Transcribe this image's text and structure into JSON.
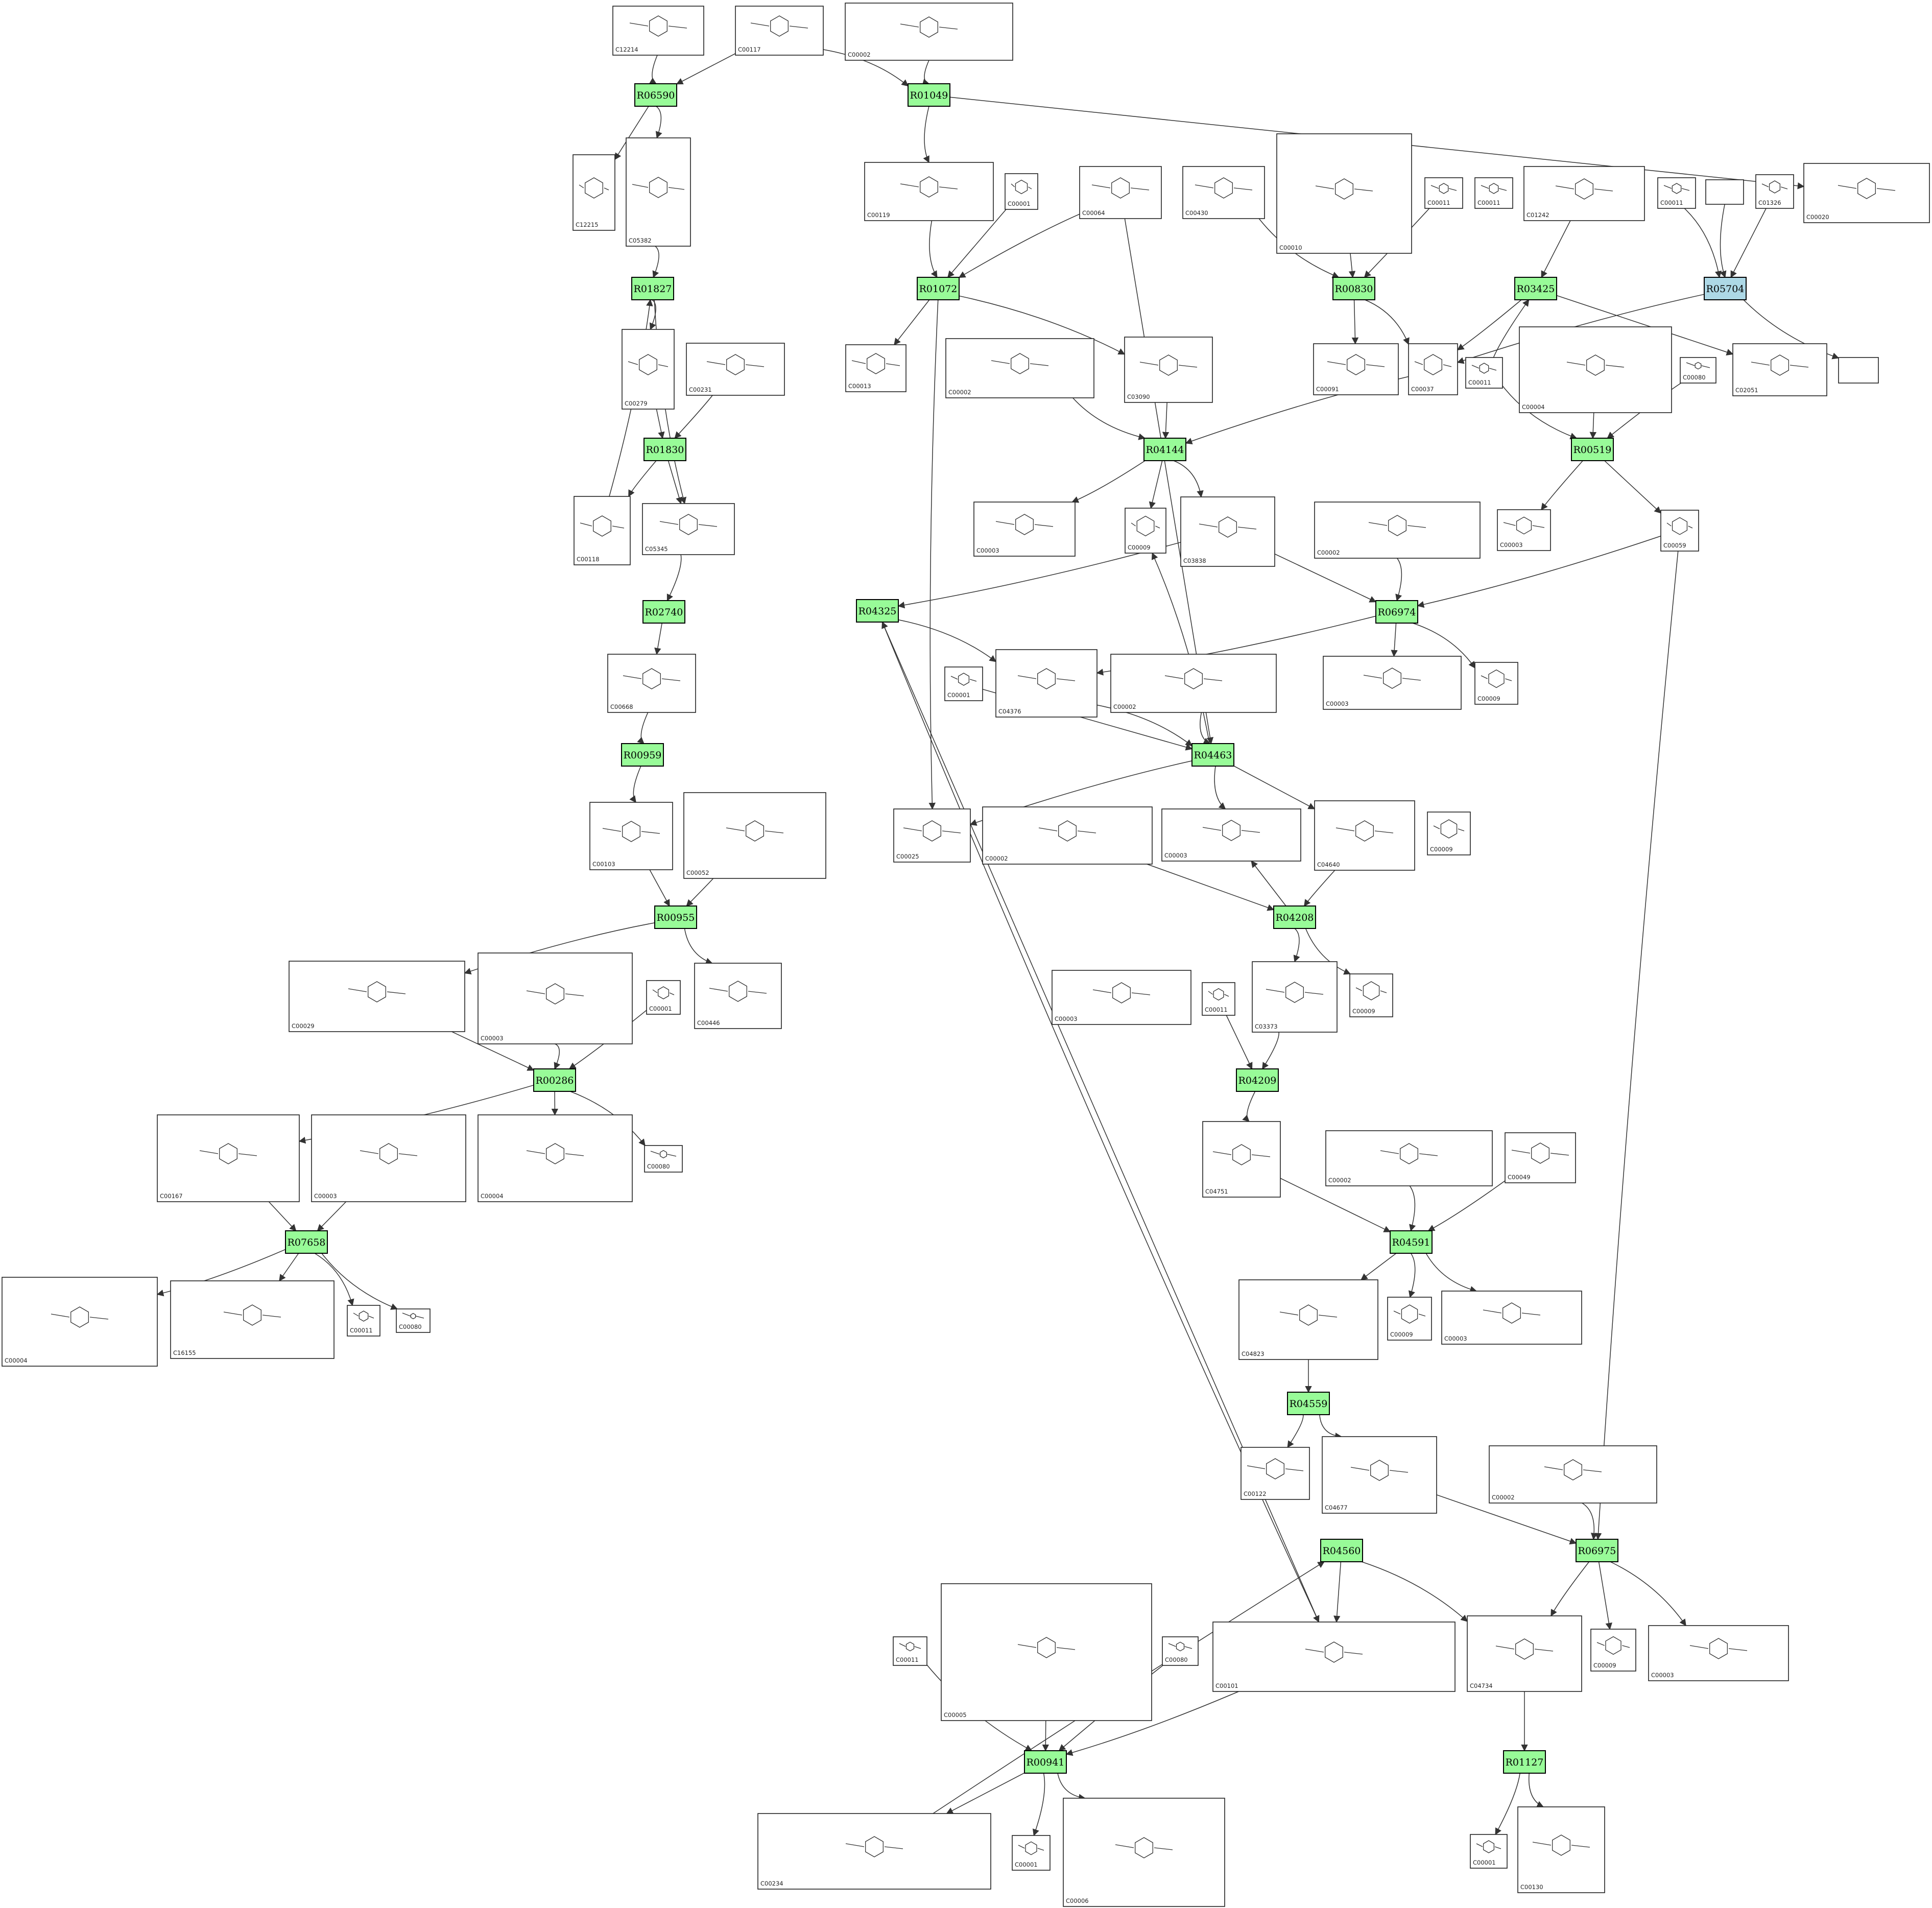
{
  "colors": {
    "reaction": "#98fb98",
    "reaction_highlight": "#add8e6",
    "edge": "#333333",
    "compound_border": "#222222"
  },
  "reactions": [
    {
      "id": "R06590"
    },
    {
      "id": "R01049"
    },
    {
      "id": "R01827"
    },
    {
      "id": "R01072"
    },
    {
      "id": "R00830"
    },
    {
      "id": "R03425"
    },
    {
      "id": "R05704",
      "highlight": true
    },
    {
      "id": "R01830"
    },
    {
      "id": "R04144"
    },
    {
      "id": "R00519"
    },
    {
      "id": "R02740"
    },
    {
      "id": "R04325"
    },
    {
      "id": "R06974"
    },
    {
      "id": "R00959"
    },
    {
      "id": "R04463"
    },
    {
      "id": "R00955"
    },
    {
      "id": "R04208"
    },
    {
      "id": "R00286"
    },
    {
      "id": "R04209"
    },
    {
      "id": "R07658"
    },
    {
      "id": "R04591"
    },
    {
      "id": "R04559"
    },
    {
      "id": "R04560"
    },
    {
      "id": "R06975"
    },
    {
      "id": "R00941"
    },
    {
      "id": "R01127"
    }
  ],
  "compounds": [
    {
      "id": "C12214"
    },
    {
      "id": "C00117"
    },
    {
      "id": "C00002"
    },
    {
      "id": "C12215"
    },
    {
      "id": "C05382"
    },
    {
      "id": "C00119"
    },
    {
      "id": "C00001"
    },
    {
      "id": "C00064"
    },
    {
      "id": "C00430"
    },
    {
      "id": "C00010"
    },
    {
      "id": "C00011"
    },
    {
      "id": "C00011"
    },
    {
      "id": "C01242"
    },
    {
      "id": "C00011"
    },
    {
      "id": "C00000",
      "blank": true
    },
    {
      "id": "C01326"
    },
    {
      "id": "C00020"
    },
    {
      "id": "C00279"
    },
    {
      "id": "C00231"
    },
    {
      "id": "C00013"
    },
    {
      "id": "C00002"
    },
    {
      "id": "C03090"
    },
    {
      "id": "C00091"
    },
    {
      "id": "C00037"
    },
    {
      "id": "C00011"
    },
    {
      "id": "C00004"
    },
    {
      "id": "C00080"
    },
    {
      "id": "C02051"
    },
    {
      "id": "",
      "blank": true
    },
    {
      "id": "C00118"
    },
    {
      "id": "C05345"
    },
    {
      "id": "C00003"
    },
    {
      "id": "C00009"
    },
    {
      "id": "C03838"
    },
    {
      "id": "C00002"
    },
    {
      "id": "C00003"
    },
    {
      "id": "C00059"
    },
    {
      "id": "C00668"
    },
    {
      "id": "C00001"
    },
    {
      "id": "C04376"
    },
    {
      "id": "C00002"
    },
    {
      "id": "C00003"
    },
    {
      "id": "C00009"
    },
    {
      "id": "C00025"
    },
    {
      "id": "C00002"
    },
    {
      "id": "C00003"
    },
    {
      "id": "C04640"
    },
    {
      "id": "C00009"
    },
    {
      "id": "C00103"
    },
    {
      "id": "C00052"
    },
    {
      "id": "C00029"
    },
    {
      "id": "C00003"
    },
    {
      "id": "C00001"
    },
    {
      "id": "C00446"
    },
    {
      "id": "C00003"
    },
    {
      "id": "C00011"
    },
    {
      "id": "C03373"
    },
    {
      "id": "C00009"
    },
    {
      "id": "C00167"
    },
    {
      "id": "C00003"
    },
    {
      "id": "C00004"
    },
    {
      "id": "C00080"
    },
    {
      "id": "C04751"
    },
    {
      "id": "C00002"
    },
    {
      "id": "C00049"
    },
    {
      "id": "C00004"
    },
    {
      "id": "C16155"
    },
    {
      "id": "C00011"
    },
    {
      "id": "C00080"
    },
    {
      "id": "C04823"
    },
    {
      "id": "C00009"
    },
    {
      "id": "C00003"
    },
    {
      "id": "C00122"
    },
    {
      "id": "C04677"
    },
    {
      "id": "C00002"
    },
    {
      "id": "C00011"
    },
    {
      "id": "C00005"
    },
    {
      "id": "C00080"
    },
    {
      "id": "C00101"
    },
    {
      "id": "C04734"
    },
    {
      "id": "C00009"
    },
    {
      "id": "C00003"
    },
    {
      "id": "C00234"
    },
    {
      "id": "C00001"
    },
    {
      "id": "C00006"
    },
    {
      "id": "C00001"
    },
    {
      "id": "C00130"
    }
  ],
  "edges": [
    [
      "C12214",
      "R06590"
    ],
    [
      "C00117",
      "R06590"
    ],
    [
      "C00117",
      "R01049"
    ],
    [
      "C00002",
      "R01049"
    ],
    [
      "R06590",
      "C12215"
    ],
    [
      "R06590",
      "C05382"
    ],
    [
      "R01049",
      "C00119"
    ],
    [
      "R01049",
      "C00020"
    ],
    [
      "C05382",
      "R01827"
    ],
    [
      "C00119",
      "R01072"
    ],
    [
      "C00001",
      "R01072"
    ],
    [
      "C00064",
      "R01072"
    ],
    [
      "C00430",
      "R00830"
    ],
    [
      "C00010",
      "R00830"
    ],
    [
      "C00011",
      "R00830"
    ],
    [
      "C00011",
      "R03425"
    ],
    [
      "C01242",
      "R03425"
    ],
    [
      "C00011",
      "R05704"
    ],
    [
      "C00000",
      "R05704"
    ],
    [
      "C01326",
      "R05704"
    ],
    [
      "R01827",
      "C00279"
    ],
    [
      "R01827",
      "C05345"
    ],
    [
      "R01072",
      "C00013"
    ],
    [
      "R01072",
      "C03090"
    ],
    [
      "R01072",
      "C00025"
    ],
    [
      "R00830",
      "C00091"
    ],
    [
      "R00830",
      "C00037"
    ],
    [
      "R03425",
      "C00037"
    ],
    [
      "R03425",
      "C02051"
    ],
    [
      "R05704",
      "C00037"
    ],
    [
      "R05704",
      "blank"
    ],
    [
      "C00279",
      "R01830"
    ],
    [
      "C00231",
      "R01830"
    ],
    [
      "C00002",
      "R04144"
    ],
    [
      "C03090",
      "R04144"
    ],
    [
      "C00037",
      "R04144"
    ],
    [
      "C00011",
      "R00519"
    ],
    [
      "C00004",
      "R00519"
    ],
    [
      "C00080",
      "R00519"
    ],
    [
      "R01830",
      "C00118"
    ],
    [
      "R01830",
      "C05345"
    ],
    [
      "C00118",
      "R01827"
    ],
    [
      "R04144",
      "C00003"
    ],
    [
      "R04144",
      "C00009"
    ],
    [
      "R04144",
      "C03838"
    ],
    [
      "R00519",
      "C00003"
    ],
    [
      "R00519",
      "C00059"
    ],
    [
      "C05345",
      "R02740"
    ],
    [
      "C03838",
      "R04325"
    ],
    [
      "C03838",
      "R06974"
    ],
    [
      "C00002",
      "R06974"
    ],
    [
      "C00059",
      "R06974"
    ],
    [
      "R02740",
      "C00668"
    ],
    [
      "R04325",
      "C04376"
    ],
    [
      "R06974",
      "C04376"
    ],
    [
      "R06974",
      "C00003"
    ],
    [
      "R06974",
      "C00009"
    ],
    [
      "C00668",
      "R00959"
    ],
    [
      "C00001",
      "R04463"
    ],
    [
      "C04376",
      "R04463"
    ],
    [
      "C00002",
      "R04463"
    ],
    [
      "C00064",
      "R04463"
    ],
    [
      "R04463",
      "C00025"
    ],
    [
      "R04463",
      "C00003"
    ],
    [
      "R04463",
      "C04640"
    ],
    [
      "R04463",
      "C00009"
    ],
    [
      "R00959",
      "C00103"
    ],
    [
      "C00103",
      "R00955"
    ],
    [
      "C00052",
      "R00955"
    ],
    [
      "C04640",
      "R04208"
    ],
    [
      "C00002",
      "R04208"
    ],
    [
      "R00955",
      "C00029"
    ],
    [
      "R00955",
      "C00446"
    ],
    [
      "R04208",
      "C00003"
    ],
    [
      "R04208",
      "C03373"
    ],
    [
      "R04208",
      "C00009"
    ],
    [
      "C00029",
      "R00286"
    ],
    [
      "C00003",
      "R00286"
    ],
    [
      "C00001",
      "R00286"
    ],
    [
      "C00011",
      "R04209"
    ],
    [
      "C03373",
      "R04209"
    ],
    [
      "R00286",
      "C00167"
    ],
    [
      "R00286",
      "C00004"
    ],
    [
      "R00286",
      "C00080"
    ],
    [
      "R04209",
      "C04751"
    ],
    [
      "C04751",
      "R04591"
    ],
    [
      "C00002",
      "R04591"
    ],
    [
      "C00049",
      "R04591"
    ],
    [
      "C00167",
      "R07658"
    ],
    [
      "C00003",
      "R07658"
    ],
    [
      "R07658",
      "C00004"
    ],
    [
      "R07658",
      "C16155"
    ],
    [
      "R07658",
      "C00011"
    ],
    [
      "R07658",
      "C00080"
    ],
    [
      "R04591",
      "C04823"
    ],
    [
      "R04591",
      "C00009"
    ],
    [
      "R04591",
      "C00003"
    ],
    [
      "C04823",
      "R04559"
    ],
    [
      "R04559",
      "C00122"
    ],
    [
      "R04559",
      "C04677"
    ],
    [
      "C04677",
      "R06975"
    ],
    [
      "C00002",
      "R06975"
    ],
    [
      "C00059",
      "R06975"
    ],
    [
      "C00101",
      "R04325"
    ],
    [
      "C00234",
      "R04560"
    ],
    [
      "R04325",
      "C00101"
    ],
    [
      "R04560",
      "C00101"
    ],
    [
      "R04560",
      "C04734"
    ],
    [
      "R06975",
      "C04734"
    ],
    [
      "R06975",
      "C00009"
    ],
    [
      "R06975",
      "C00003"
    ],
    [
      "C00011",
      "R00941"
    ],
    [
      "C00005",
      "R00941"
    ],
    [
      "C00080",
      "R00941"
    ],
    [
      "C00101",
      "R00941"
    ],
    [
      "R00941",
      "C00234"
    ],
    [
      "R00941",
      "C00001"
    ],
    [
      "R00941",
      "C00006"
    ],
    [
      "C04734",
      "R01127"
    ],
    [
      "R01127",
      "C00001"
    ],
    [
      "R01127",
      "C00130"
    ]
  ]
}
